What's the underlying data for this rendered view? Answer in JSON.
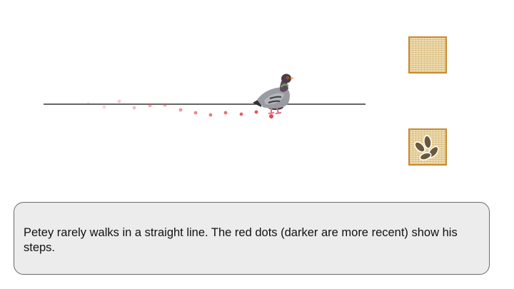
{
  "caption": {
    "text": "Petey rarely walks in a straight line. The red dots (darker are more recent) show his steps."
  },
  "scene": {
    "line_color": "#333333",
    "dot_color": "#e8454f",
    "bird_icon": "pigeon-icon",
    "tiles": [
      {
        "name": "plain-tile",
        "icon": ""
      },
      {
        "name": "seed-tile",
        "icon": "sunflower-seeds-icon"
      }
    ]
  },
  "colors": {
    "caption_background": "#ececec",
    "tile_border": "#c98a2e",
    "tile_fill": "#efdcae"
  }
}
